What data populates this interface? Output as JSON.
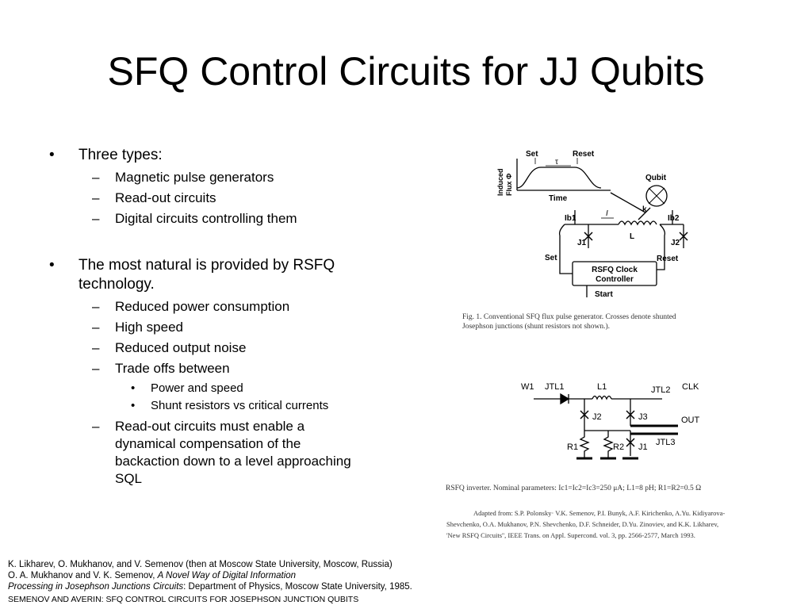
{
  "title": "SFQ Control Circuits for JJ Qubits",
  "markers": {
    "l1": "•",
    "l2": "–",
    "l3": "•"
  },
  "bullets": {
    "b1": "Three types:",
    "b1_1": "Magnetic pulse generators",
    "b1_2": "Read-out circuits",
    "b1_3": "Digital circuits controlling them",
    "b2_l1": "The most natural is provided by RSFQ",
    "b2_l2": "technology.",
    "b2_1": "Reduced power consumption",
    "b2_2": "High speed",
    "b2_3": "Reduced output noise",
    "b2_4": "Trade offs between",
    "b2_4_1": "Power and speed",
    "b2_4_2": "Shunt resistors vs critical currents",
    "b2_5_l1": "Read-out circuits must enable a",
    "b2_5_l2": "dynamical compensation of the",
    "b2_5_l3": "backaction down to a level approaching",
    "b2_5_l4": "SQL"
  },
  "fig1": {
    "set_top": "Set",
    "tau": "τ",
    "reset_top": "Reset",
    "flux_l1": "Induced",
    "flux_l2": "Flux Φ",
    "time": "Time",
    "qubit": "Qubit",
    "k": "k",
    "ib1": "Ib1",
    "ib2": "Ib2",
    "i": "I",
    "j1": "J1",
    "j2": "J2",
    "l": "L",
    "set": "Set",
    "reset": "Reset",
    "ctrl_l1": "RSFQ Clock",
    "ctrl_l2": "Controller",
    "start": "Start",
    "caption_l1": "Fig. 1.   Conventional SFQ flux pulse generator.  Crosses denote  shunted",
    "caption_l2": "Josephson junctions (shunt resistors not shown.)."
  },
  "fig2": {
    "w1": "W1",
    "jtl1": "JTL1",
    "l1": "L1",
    "jtl2": "JTL2",
    "clk": "CLK",
    "j2": "J2",
    "j3": "J3",
    "out": "OUT",
    "jtl3": "JTL3",
    "r1": "R1",
    "r2": "R2",
    "j1": "J1",
    "caption": "RSFQ inverter.  Nominal parameters: Ic1=Ic2=Ic3=250 μA; L1=8 pH; R1=R2=0.5 Ω",
    "adapted_l1": "Adapted from: S.P. Polonsky· V.K. Semenov, P.I. Bunyk, A.F. Kirichenko, A.Yu. Kidiyarova-",
    "adapted_l2": "Shevchenko, O.A. Mukhanov, P.N. Shevchenko, D.F. Schneider, D.Yu. Zinoviev, and K.K. Likharev,",
    "adapted_l3": "'New RSFQ Circuits'', IEEE Trans. on Appl. Supercond. vol. 3, pp. 2566-2577, March 1993."
  },
  "refs": {
    "r1": "K. Likharev, O. Mukhanov, and V. Semenov (then at Moscow State University, Moscow, Russia)",
    "r2_plain": "O. A. Mukhanov and V. K. Semenov, ",
    "r2_italic": "A Novel Way of Digital Information",
    "r3_italic": "Processing in Josephson Junctions Circuits",
    "r3_plain": ": Department of Physics, Moscow State University, 1985.",
    "r4": "SEMENOV AND AVERIN: SFQ CONTROL CIRCUITS FOR JOSEPHSON JUNCTION QUBITS"
  }
}
